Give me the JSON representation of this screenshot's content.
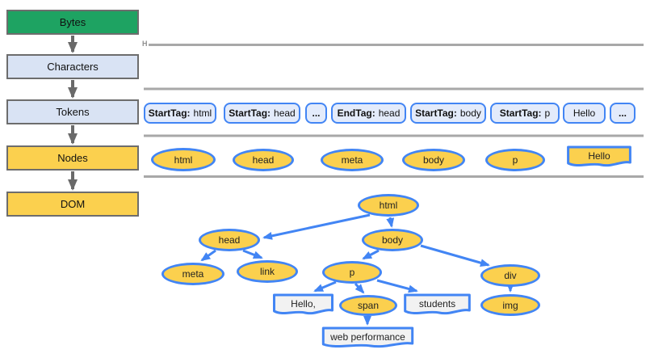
{
  "colors": {
    "blue": "#4285F4",
    "yellow": "#FBD04E",
    "pale_blue": "#D9E3F4",
    "token_fill": "#E3EBFB",
    "green": "#1EA362",
    "gray_line": "#A8A8A8",
    "gray_border": "#6D6D6D",
    "text_node_fill": "#F2F2F2"
  },
  "pipeline": {
    "stages": [
      {
        "label": "Bytes"
      },
      {
        "label": "Characters"
      },
      {
        "label": "Tokens"
      },
      {
        "label": "Nodes"
      },
      {
        "label": "DOM"
      }
    ]
  },
  "characters_row": {
    "mark": "H"
  },
  "tokens": [
    {
      "label": "StartTag:",
      "value": "html"
    },
    {
      "label": "StartTag:",
      "value": "head"
    },
    {
      "label": "...",
      "value": ""
    },
    {
      "label": "EndTag:",
      "value": "head"
    },
    {
      "label": "StartTag:",
      "value": "body"
    },
    {
      "label": "StartTag:",
      "value": "p"
    },
    {
      "label": "",
      "value": "Hello"
    },
    {
      "label": "...",
      "value": ""
    }
  ],
  "nodes_row": {
    "ellipses": [
      "html",
      "head",
      "meta",
      "body",
      "p"
    ],
    "text_node": "Hello"
  },
  "dom_tree": {
    "html": "html",
    "head": "head",
    "body": "body",
    "meta": "meta",
    "link": "link",
    "p": "p",
    "div": "div",
    "span": "span",
    "img": "img",
    "text_hello": "Hello,",
    "text_students": "students",
    "text_webperf": "web performance"
  }
}
